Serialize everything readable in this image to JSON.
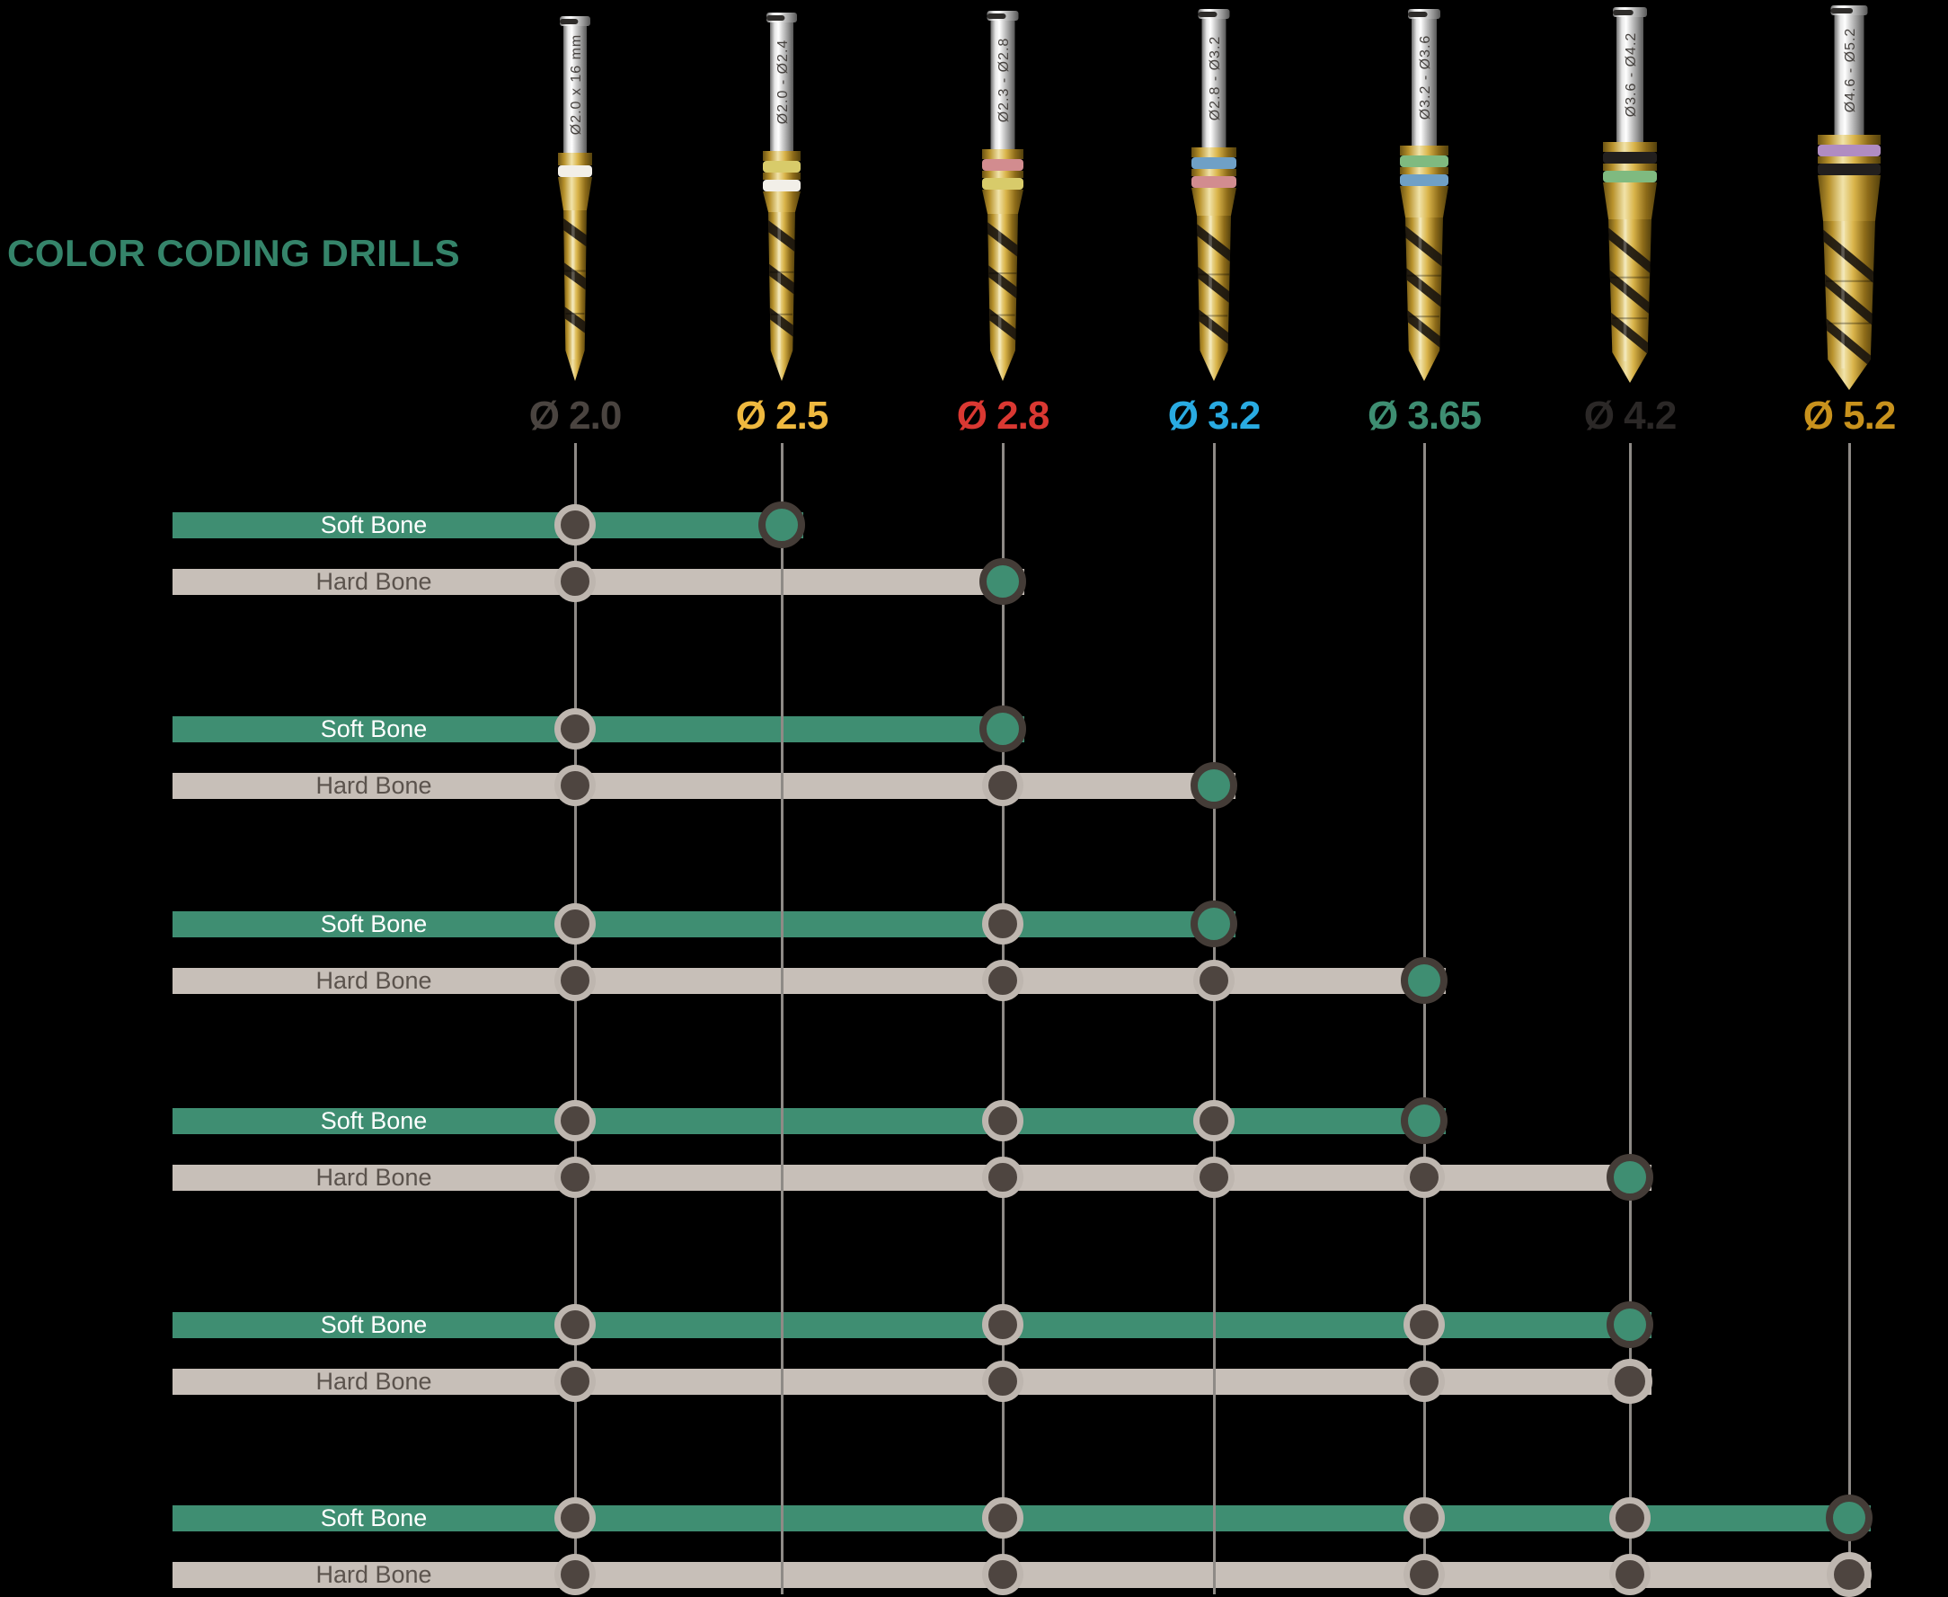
{
  "title": "COLOR CODING DRILLS",
  "palette": {
    "background": "#000000",
    "title": "#35846A",
    "soft_bar": "#3F8E72",
    "hard_bar": "#C7BFB8",
    "soft_text": "#FFFFFF",
    "hard_text": "#5B534D",
    "column_line": "#8E8A86",
    "dot_ring": "#BEB6AF",
    "dot_fill": "#4E4540",
    "final_dot_ring": "#443C37",
    "drill_gold": "#D9B44A",
    "drill_silver": "#CDCDCD"
  },
  "drills": [
    {
      "value": 2.0,
      "diameter_label": "Ø 2.0",
      "label_color": "#4A4440",
      "shank_text": "Ø2.0 x 16 mm",
      "ring_colors": [
        "#F2EFE8"
      ]
    },
    {
      "value": 2.5,
      "diameter_label": "Ø 2.5",
      "label_color": "#EFB93F",
      "shank_text": "Ø2.0 - Ø2.4",
      "ring_colors": [
        "#D8CB6A",
        "#F2EFE8"
      ]
    },
    {
      "value": 2.8,
      "diameter_label": "Ø 2.8",
      "label_color": "#DA3832",
      "shank_text": "Ø2.3 - Ø2.8",
      "ring_colors": [
        "#D28C8F",
        "#D8CB6A"
      ]
    },
    {
      "value": 3.2,
      "diameter_label": "Ø 3.2",
      "label_color": "#29ABE2",
      "shank_text": "Ø2.8 - Ø3.2",
      "ring_colors": [
        "#6FA0C6",
        "#D28C8F"
      ]
    },
    {
      "value": 3.65,
      "diameter_label": "Ø 3.65",
      "label_color": "#3E8E72",
      "shank_text": "Ø3.2 - Ø3.6",
      "ring_colors": [
        "#7FBA80",
        "#6FA0C6"
      ]
    },
    {
      "value": 4.2,
      "diameter_label": "Ø 4.2",
      "label_color": "#2B2827",
      "shank_text": "Ø3.6 - Ø4.2",
      "ring_colors": [
        "#221F1E",
        "#7FBA80"
      ]
    },
    {
      "value": 5.2,
      "diameter_label": "Ø 5.2",
      "label_color": "#C8921D",
      "shank_text": "Ø4.6 - Ø5.2",
      "ring_colors": [
        "#B08CC2",
        "#221F1E"
      ]
    }
  ],
  "rows": [
    {
      "bone": "soft",
      "label": "Soft Bone",
      "steps": [
        2.0
      ],
      "final": 2.5,
      "final_marker": "highlight"
    },
    {
      "bone": "hard",
      "label": "Hard Bone",
      "steps": [
        2.0
      ],
      "final": 2.8,
      "final_marker": "highlight"
    },
    {
      "bone": "soft",
      "label": "Soft Bone",
      "steps": [
        2.0
      ],
      "final": 2.8,
      "final_marker": "highlight"
    },
    {
      "bone": "hard",
      "label": "Hard Bone",
      "steps": [
        2.0,
        2.8
      ],
      "final": 3.2,
      "final_marker": "highlight"
    },
    {
      "bone": "soft",
      "label": "Soft Bone",
      "steps": [
        2.0,
        2.8
      ],
      "final": 3.2,
      "final_marker": "highlight"
    },
    {
      "bone": "hard",
      "label": "Hard Bone",
      "steps": [
        2.0,
        2.8,
        3.2
      ],
      "final": 3.65,
      "final_marker": "highlight"
    },
    {
      "bone": "soft",
      "label": "Soft Bone",
      "steps": [
        2.0,
        2.8,
        3.2
      ],
      "final": 3.65,
      "final_marker": "highlight"
    },
    {
      "bone": "hard",
      "label": "Hard Bone",
      "steps": [
        2.0,
        2.8,
        3.2,
        3.65
      ],
      "final": 4.2,
      "final_marker": "highlight"
    },
    {
      "bone": "soft",
      "label": "Soft Bone",
      "steps": [
        2.0,
        2.8,
        3.65
      ],
      "final": 4.2,
      "final_marker": "highlight"
    },
    {
      "bone": "hard",
      "label": "Hard Bone",
      "steps": [
        2.0,
        2.8,
        3.65
      ],
      "final": 4.2,
      "final_marker": "plain"
    },
    {
      "bone": "soft",
      "label": "Soft Bone",
      "steps": [
        2.0,
        2.8,
        3.65,
        4.2
      ],
      "final": 5.2,
      "final_marker": "highlight"
    },
    {
      "bone": "hard",
      "label": "Hard Bone",
      "steps": [
        2.0,
        2.8,
        3.65,
        4.2
      ],
      "final": 5.2,
      "final_marker": "plain"
    }
  ]
}
